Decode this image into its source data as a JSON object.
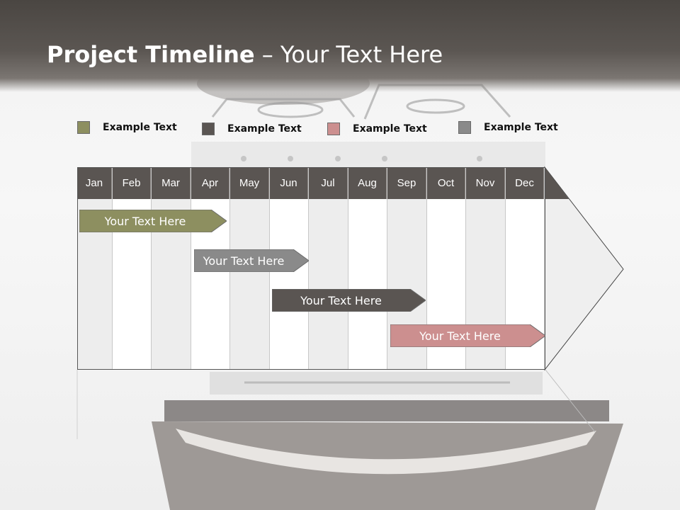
{
  "title": {
    "bold": "Project Timeline",
    "rest": " – Your Text Here"
  },
  "legend": [
    {
      "label": "Example Text",
      "color": "#8d8f60"
    },
    {
      "label": "Example Text",
      "color": "#5a5552"
    },
    {
      "label": "Example Text",
      "color": "#cc8f8f"
    },
    {
      "label": "Example Text",
      "color": "#8a8a8a"
    }
  ],
  "months": [
    "Jan",
    "Feb",
    "Mar",
    "Apr",
    "May",
    "Jun",
    "Jul",
    "Aug",
    "Sep",
    "Oct",
    "Nov",
    "Dec"
  ],
  "tasks": [
    {
      "label": "Your  Text Here",
      "start_month": "Jan",
      "end_month": "Apr",
      "color": "#8d8f60"
    },
    {
      "label": "Your  Text Here",
      "start_month": "Apr",
      "end_month": "Jun",
      "color": "#8a8a8a"
    },
    {
      "label": "Your  Text Here",
      "start_month": "Jun",
      "end_month": "Sep",
      "color": "#5a5552"
    },
    {
      "label": "Your  Text Here",
      "start_month": "Sep",
      "end_month": "Dec",
      "color": "#cc8f8f"
    }
  ],
  "colors": {
    "header_band": "#5a5552",
    "grid_border": "#555555"
  }
}
